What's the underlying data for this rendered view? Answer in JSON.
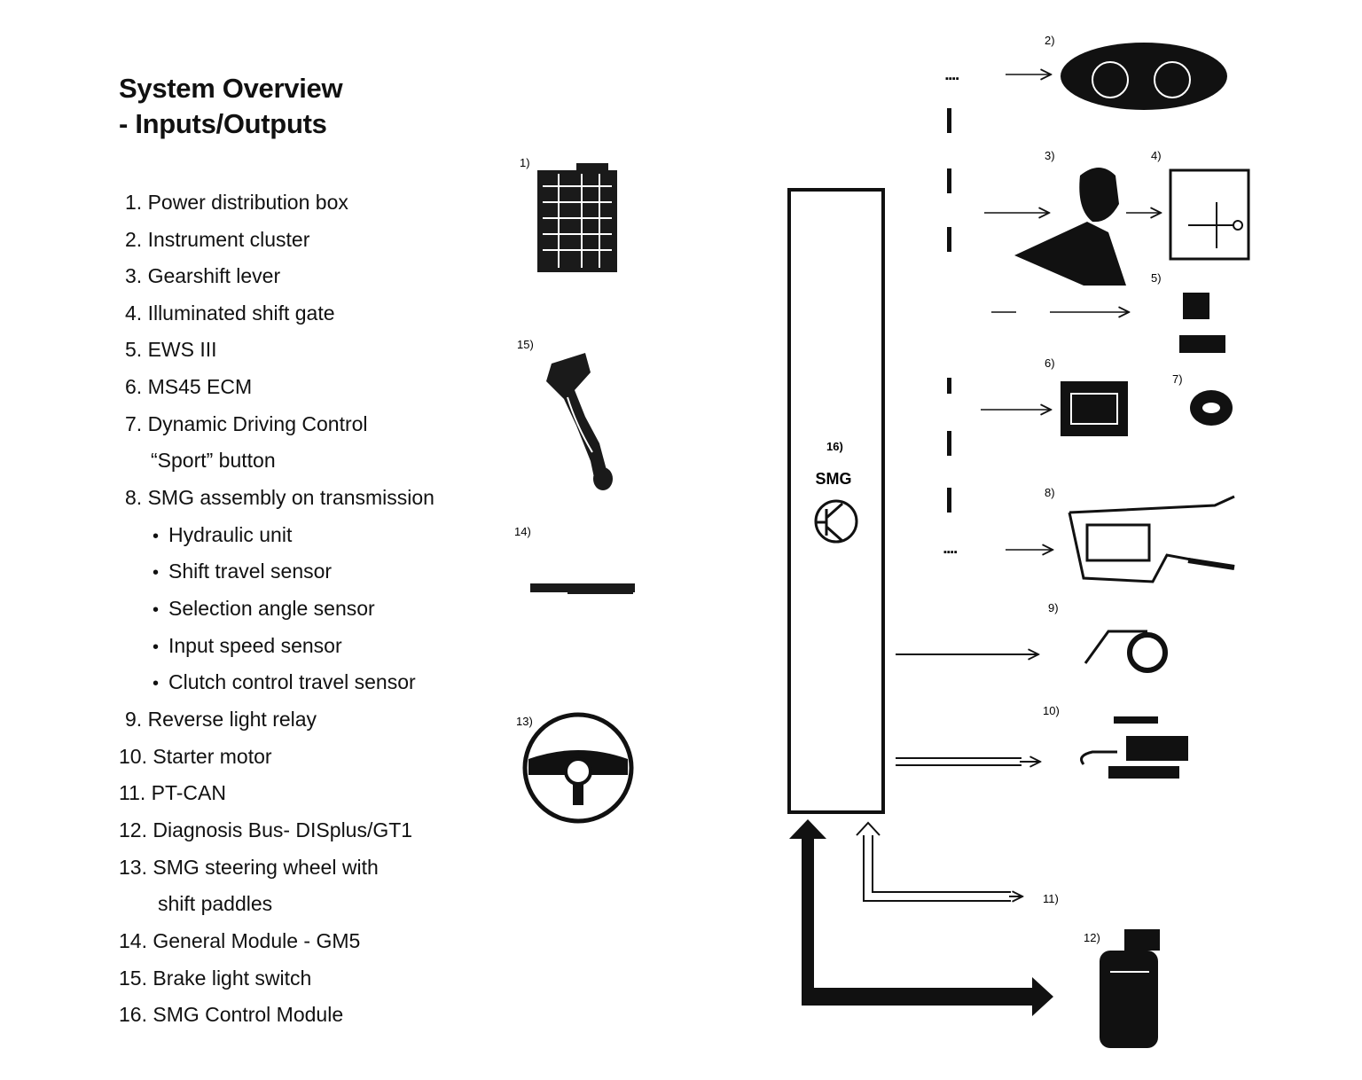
{
  "title": {
    "line1": "System Overview",
    "line2": " - Inputs/Outputs"
  },
  "legend": [
    {
      "text": "1. Power distribution box"
    },
    {
      "text": "2. Instrument cluster"
    },
    {
      "text": "3. Gearshift lever"
    },
    {
      "text": "4. Illuminated shift gate"
    },
    {
      "text": "5. EWS III"
    },
    {
      "text": "6. MS45 ECM"
    },
    {
      "text": "7. Dynamic Driving Control"
    },
    {
      "text": "“Sport” button"
    },
    {
      "text": "8. SMG assembly on transmission"
    },
    {
      "text": "Hydraulic unit"
    },
    {
      "text": "Shift travel sensor"
    },
    {
      "text": "Selection angle sensor"
    },
    {
      "text": "Input speed sensor"
    },
    {
      "text": "Clutch control travel sensor"
    },
    {
      "text": "9. Reverse light relay"
    },
    {
      "text": "10. Starter motor"
    },
    {
      "text": "11. PT-CAN"
    },
    {
      "text": "12. Diagnosis Bus- DISplus/GT1"
    },
    {
      "text": "13. SMG steering wheel with"
    },
    {
      "text": "shift paddles"
    },
    {
      "text": "14. General Module - GM5"
    },
    {
      "text": "15. Brake light switch"
    },
    {
      "text": "16. SMG Control Module"
    }
  ],
  "diagram": {
    "module_label": "SMG",
    "callouts": {
      "c1": "1)",
      "c2": "2)",
      "c3": "3)",
      "c4": "4)",
      "c5": "5)",
      "c6": "6)",
      "c7": "7)",
      "c8": "8)",
      "c9": "9)",
      "c10": "10)",
      "c11": "11)",
      "c12": "12)",
      "c13": "13)",
      "c14": "14)",
      "c15": "15)",
      "c16": "16)"
    }
  }
}
